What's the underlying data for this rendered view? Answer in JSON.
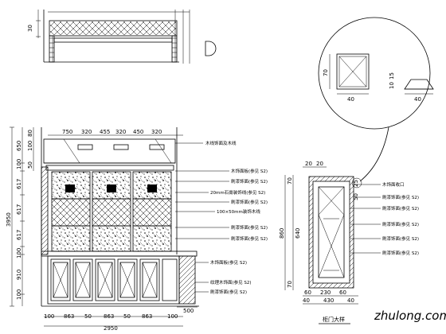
{
  "watermark": "zhulong.com",
  "top_elevation": {
    "dim_left": "30"
  },
  "detail_circle": {
    "dim_height": "70",
    "dim_width_a": "40",
    "dim_width_b": "40",
    "dim_thickness_a": "10",
    "dim_thickness_b": "15"
  },
  "main_elevation": {
    "top_dims": [
      "750",
      "320",
      "455",
      "320",
      "450",
      "320"
    ],
    "left_outer_dims": [
      "650",
      "100",
      "617",
      "617",
      "617",
      "100",
      "910",
      "100"
    ],
    "left_inner_dims": [
      "80",
      "100",
      "50"
    ],
    "total_height": "3950",
    "bottom_dims": [
      "100",
      "863",
      "50",
      "863",
      "50",
      "863",
      "100"
    ],
    "total_width": "2950",
    "side_dim": "500",
    "notes": [
      "木线饰面及木线",
      "木饰面板(参见 S2)",
      "刷漆饰面(参见 S2)",
      "20mm石膏装饰线(参见 S2)",
      "刷漆饰面(参见 S2)",
      "100×50mm装饰木线",
      "刷漆饰面(参见 S2)",
      "刷漆饰面(参见 S2)",
      "木饰面板(参见 S2)",
      "纹理木饰面(参见 S2)",
      "刷漆饰面(参见 S2)"
    ]
  },
  "door_detail": {
    "top_dims": [
      "20",
      "20"
    ],
    "left_dims": [
      "70",
      "860",
      "640",
      "70"
    ],
    "right_dims": [
      "25",
      "50"
    ],
    "bottom_dims": [
      "60",
      "230",
      "60",
      "40",
      "430",
      "40"
    ],
    "notes": [
      "木饰面收口",
      "刷漆饰面(参见 S2)",
      "刷漆饰面(参见 S2)",
      "刷漆饰面(参见 S2)",
      "刷漆饰面(参见 S2)",
      "刷漆饰面(参见 S2)"
    ],
    "title": "柜门大样"
  }
}
